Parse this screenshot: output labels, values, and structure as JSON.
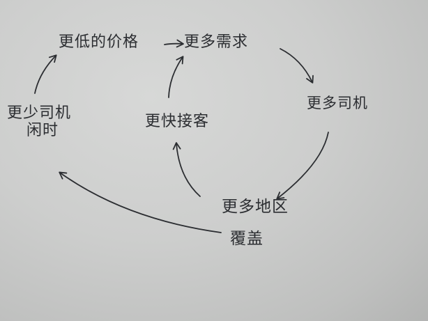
{
  "nodes": {
    "lower_price": "更低的价格",
    "more_demand": "更多需求",
    "more_drivers": "更多司机",
    "less_idle_line1": "更少司机",
    "less_idle_line2": "闲时",
    "faster_pickup": "更快接客",
    "more_coverage_line1": "更多地区",
    "more_coverage_line2": "覆盖"
  },
  "edges": [
    {
      "from": "lower_price",
      "to": "more_demand"
    },
    {
      "from": "more_demand",
      "to": "more_drivers"
    },
    {
      "from": "more_drivers",
      "to": "more_coverage"
    },
    {
      "from": "more_coverage",
      "to": "faster_pickup"
    },
    {
      "from": "faster_pickup",
      "to": "more_demand"
    },
    {
      "from": "more_coverage",
      "to": "less_idle"
    },
    {
      "from": "less_idle",
      "to": "lower_price"
    }
  ],
  "colors": {
    "ink": "#2b2d31",
    "paper": "#cdcecd"
  }
}
